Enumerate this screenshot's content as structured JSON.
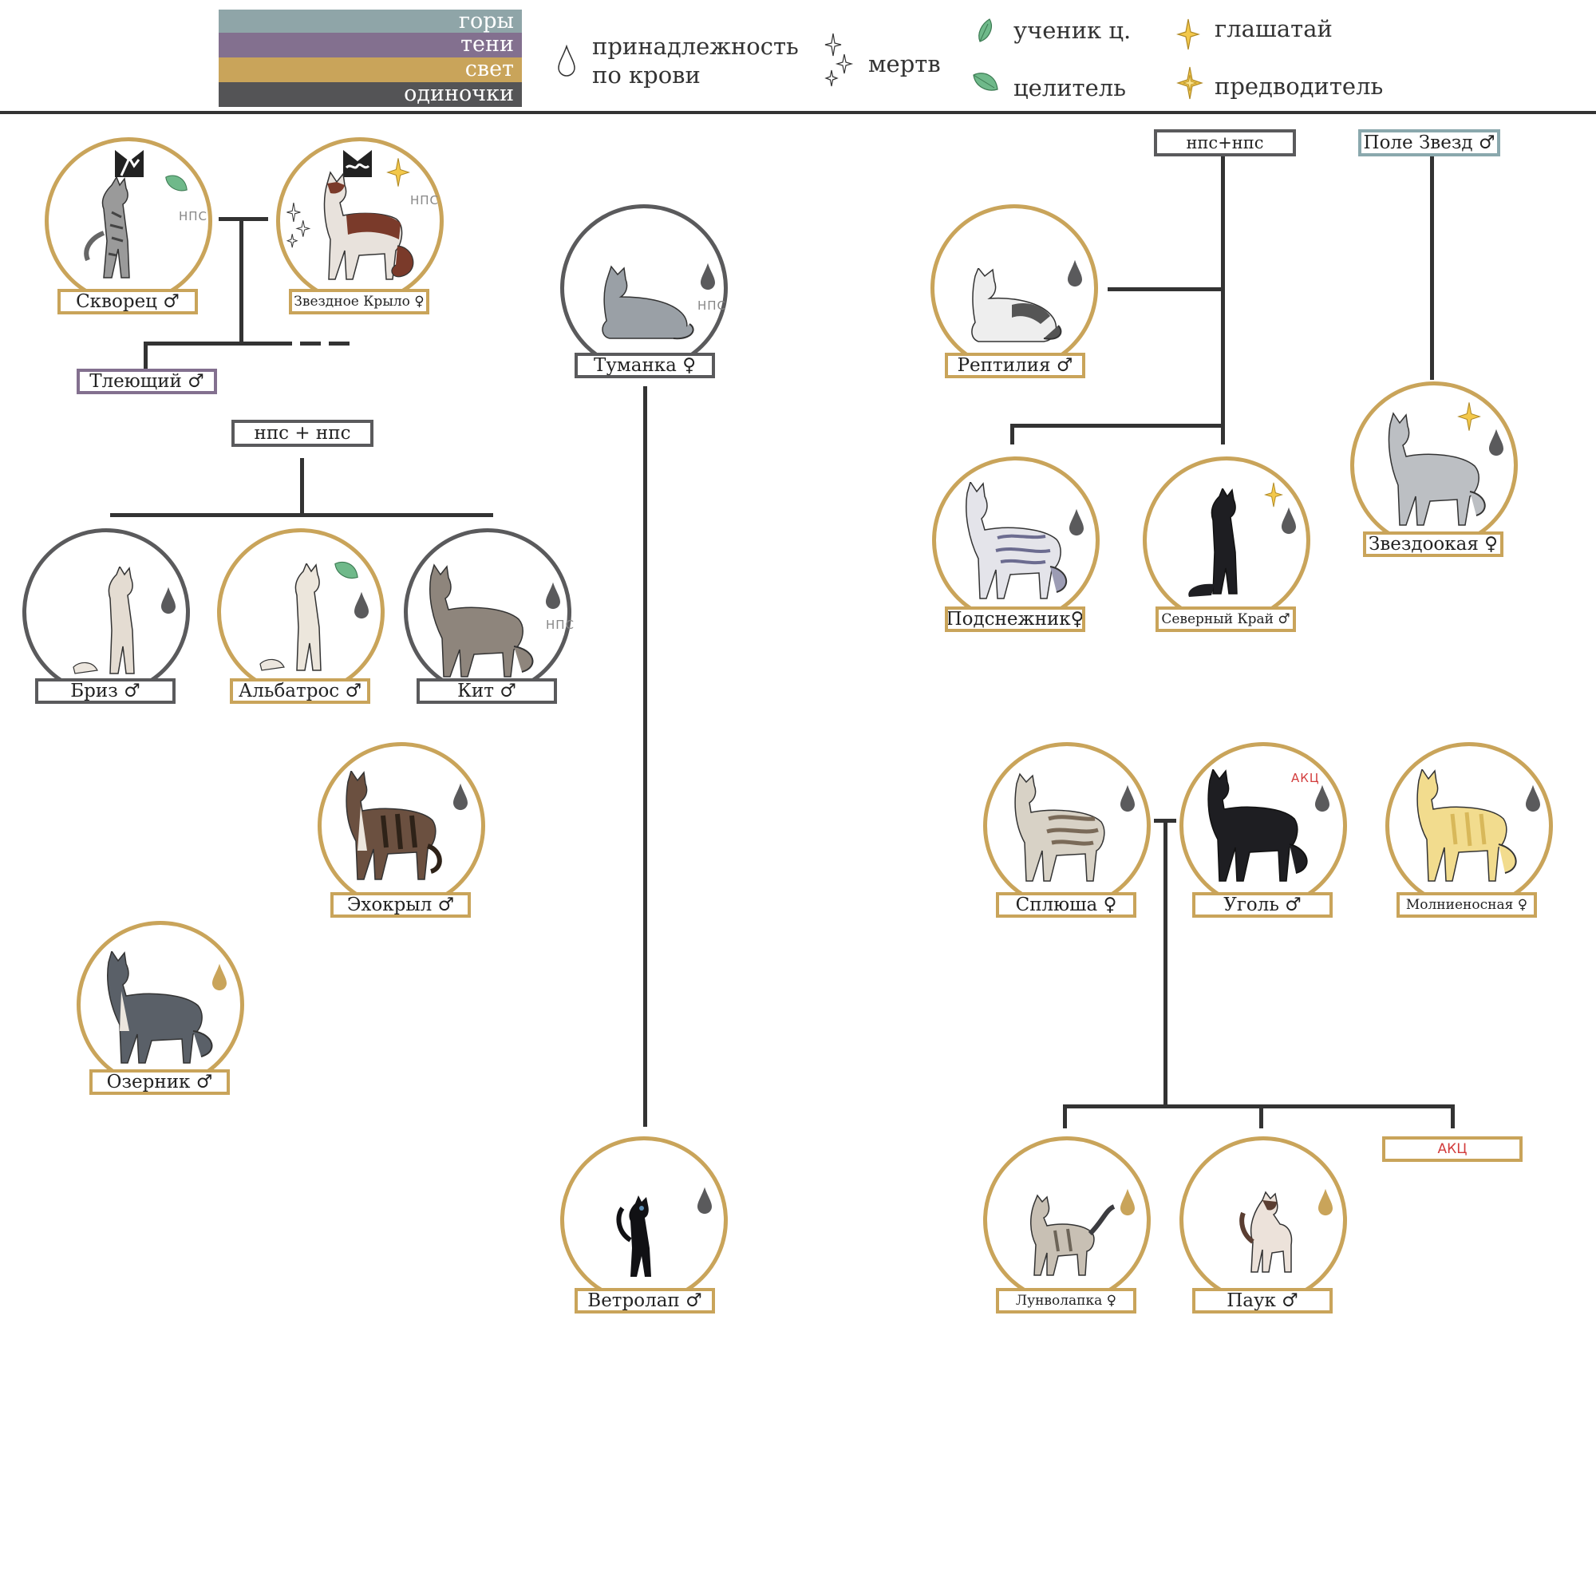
{
  "colors": {
    "mountains": "#8fa5a8",
    "shadows": "#83708f",
    "light": "#c9a45a",
    "loners": "#545456",
    "line": "#333333"
  },
  "legend": {
    "groups": [
      "горы",
      "тени",
      "свет",
      "одиночки"
    ],
    "blood_line1": "принадлежность",
    "blood_line2": "по крови",
    "dead": "мертв",
    "medicine_apprentice": "ученик ц.",
    "medicine_cat": "целитель",
    "deputy": "глашатай",
    "leader": "предводитель"
  },
  "parents": {
    "npc_pair_left": "нпс + нпс",
    "npc_pair_right": "нпс+нпс",
    "starfield": "Поле Звезд ♂"
  },
  "tags": {
    "npc": "НПС",
    "akc": "АКЦ"
  },
  "cats": {
    "skvorets": "Скворец  ♂",
    "zvezdnoe_krylo": "Звездное Крыло ♀",
    "tleyushchiy": "Тлеющий ♂",
    "tumanka": "Туманка   ♀",
    "reptiliya": "Рептилия ♂",
    "zvezdookaya": "Звездоокая ♀",
    "podsnezhnik": "Подснежник♀",
    "severny_kray": "Северный Край ♂",
    "briz": "Бриз      ♂",
    "albatros": "Альбатрос ♂",
    "kit": "Кит      ♂",
    "ekhokryl": "Эхокрыл  ♂",
    "ozernik": "Озерник  ♂",
    "splyusha": "Сплюша   ♀",
    "ugol": "Уголь    ♂",
    "molnienosnaya": "Молниеносная ♀",
    "vetrolap": "Ветролап ♂",
    "lunnolapka": "Лунволапка ♀",
    "pauk": "Паук     ♂",
    "placeholder": "АКЦ"
  }
}
